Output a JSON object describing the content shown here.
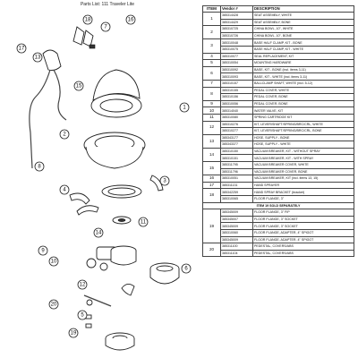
{
  "title": "Parts List: 111 Traveler Lite",
  "table": {
    "headers": [
      "ITEM",
      "Vendor #",
      "DESCRIPTION"
    ],
    "sections": [
      {
        "item": "1",
        "rows": [
          {
            "vendor": "385314428",
            "desc": "SEAT ASSEMBLY, WHITE"
          },
          {
            "vendor": "385314429",
            "desc": "SEAT ASSEMBLY, BONE"
          }
        ]
      },
      {
        "item": "2",
        "rows": [
          {
            "vendor": "385310725",
            "desc": "CHINA BOWL, 10\", WHITE"
          },
          {
            "vendor": "385310726",
            "desc": "CHINA BOWL, 10\", BONE"
          }
        ]
      },
      {
        "item": "3",
        "rows": [
          {
            "vendor": "385310048",
            "desc": "BASE HALF CLAMP, KIT - BONE"
          },
          {
            "vendor": "385310075",
            "desc": "BASE HALF CLAMP, KIT - WHITE"
          }
        ]
      },
      {
        "item": "4",
        "rows": [
          {
            "vendor": "385310077",
            "desc": "SEAL REPLACEMENT, KIT"
          }
        ]
      },
      {
        "item": "5",
        "rows": [
          {
            "vendor": "385310054",
            "desc": "MOUNTING HARDWARE"
          }
        ]
      },
      {
        "item": "6",
        "rows": [
          {
            "vendor": "385310092",
            "desc": "BASE, KIT - BONE (incl. items 3-11)"
          },
          {
            "vendor": "385310093",
            "desc": "BASE, KIT - WHITE (incl. items 3-11)"
          }
        ]
      },
      {
        "item": "7",
        "rows": [
          {
            "vendor": "385310157",
            "desc": "BALLCLAMP SHAFT, WHITE (incl. 5-12)"
          }
        ]
      },
      {
        "item": "8",
        "rows": [
          {
            "vendor": "385310155",
            "desc": "PEDAL COVER, WHITE"
          },
          {
            "vendor": "385310156",
            "desc": "PEDAL COVER, BONE"
          }
        ]
      },
      {
        "item": "9",
        "rows": [
          {
            "vendor": "385310056",
            "desc": "PEDAL COVER, BONE"
          }
        ]
      },
      {
        "item": "10",
        "rows": [
          {
            "vendor": "385314040",
            "desc": "WATER VALVE, KIT"
          }
        ]
      },
      {
        "item": "11",
        "rows": [
          {
            "vendor": "385310080",
            "desc": "SPRING CARTRIDGE KIT"
          }
        ]
      },
      {
        "item": "12",
        "rows": [
          {
            "vendor": "385310276",
            "desc": "KIT, LEVER/SHAFT/SPRING/BRC/CRL, WHITE"
          },
          {
            "vendor": "385310277",
            "desc": "KIT, LEVER/SHAFT/SPRING/BRC/CRL, BONE"
          }
        ]
      },
      {
        "item": "13",
        "rows": [
          {
            "vendor": "385343177",
            "desc": "HOSE, SUPPLY - BONE"
          },
          {
            "vendor": "385343377",
            "desc": "HOSE, SUPPLY - WHITE"
          }
        ]
      },
      {
        "item": "14",
        "rows": [
          {
            "vendor": "385310150",
            "desc": "VACUUM BREAKER, KIT - WITHOUT SPRAY"
          },
          {
            "vendor": "385310151",
            "desc": "VACUUM BREAKER, KIT - WITH SPRAY"
          }
        ]
      },
      {
        "item": "15",
        "rows": [
          {
            "vendor": "385311795",
            "desc": "VACUUM BREAKER COVER, WHITE"
          },
          {
            "vendor": "385311796",
            "desc": "VACUUM BREAKER COVER, BONE"
          }
        ]
      },
      {
        "item": "16",
        "rows": [
          {
            "vendor": "385310051",
            "desc": "VACUUM BREAKER, KIT (incl. items 13, 15)"
          }
        ]
      },
      {
        "item": "17",
        "rows": [
          {
            "vendor": "385311131",
            "desc": "HAND SPRAYER"
          }
        ]
      },
      {
        "item": "18",
        "rows": [
          {
            "vendor": "385342259",
            "desc": "HAND SPRAY BRACKET (bracket)"
          },
          {
            "vendor": "385310065",
            "desc": "FLOOR FLANGE, 3\""
          }
        ]
      }
    ],
    "separator_label": "ITEM 19 SOLD SEPARATELY",
    "tail_sections": [
      {
        "item": "19",
        "rows": [
          {
            "vendor": "385345009",
            "desc": "FLOOR FLANGE, 3\" FIP"
          },
          {
            "vendor": "385345007",
            "desc": "FLOOR FLANGE, 3\" SOCKET"
          },
          {
            "vendor": "385345009",
            "desc": "FLOOR FLANGE, 3\" SOCKET"
          },
          {
            "vendor": "385310060",
            "desc": "FLOOR FLANGE, ADAPTER, 4\" SPIGOT"
          },
          {
            "vendor": "385345009",
            "desc": "FLOOR FLANGE, ADAPTER, 4\" SPIGOT"
          }
        ]
      },
      {
        "item": "20",
        "rows": [
          {
            "vendor": "385311100",
            "desc": "PEDESTAL, COVERS/ABS"
          },
          {
            "vendor": "385311104",
            "desc": "PEDESTAL, COVERS/ABS"
          }
        ]
      }
    ]
  },
  "callouts": [
    "1",
    "2",
    "3",
    "4",
    "5",
    "6",
    "7",
    "8",
    "9",
    "10",
    "11",
    "12",
    "13",
    "14",
    "15",
    "16",
    "17",
    "18",
    "19",
    "20"
  ]
}
